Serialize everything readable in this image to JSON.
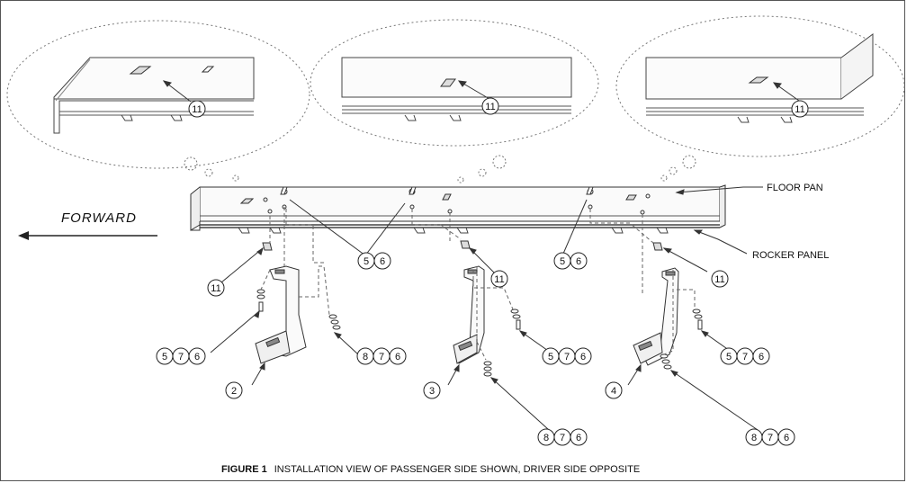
{
  "labels": {
    "floor_pan": "FLOOR PAN",
    "rocker_panel": "ROCKER PANEL",
    "forward": "FORWARD"
  },
  "caption": {
    "figure": "FIGURE 1",
    "text": "INSTALLATION VIEW OF PASSENGER SIDE SHOWN, DRIVER SIDE OPPOSITE"
  },
  "callouts": {
    "detail_left": [
      "11"
    ],
    "detail_center": [
      "11"
    ],
    "detail_right": [
      "11"
    ],
    "bolt_left": [
      "5",
      "6"
    ],
    "bolt_right": [
      "5",
      "6"
    ],
    "clip_left": [
      "11"
    ],
    "clip_center": [
      "11"
    ],
    "clip_right": [
      "11"
    ],
    "hw_front_left": [
      "5",
      "7",
      "6"
    ],
    "hw_front_right": [
      "8",
      "7",
      "6"
    ],
    "hw_mid_right": [
      "5",
      "7",
      "6"
    ],
    "hw_mid_bottom": [
      "8",
      "7",
      "6"
    ],
    "hw_rear_right": [
      "5",
      "7",
      "6"
    ],
    "hw_rear_bottom": [
      "8",
      "7",
      "6"
    ],
    "bracket_front": [
      "2"
    ],
    "bracket_mid": [
      "3"
    ],
    "bracket_rear": [
      "4"
    ]
  }
}
